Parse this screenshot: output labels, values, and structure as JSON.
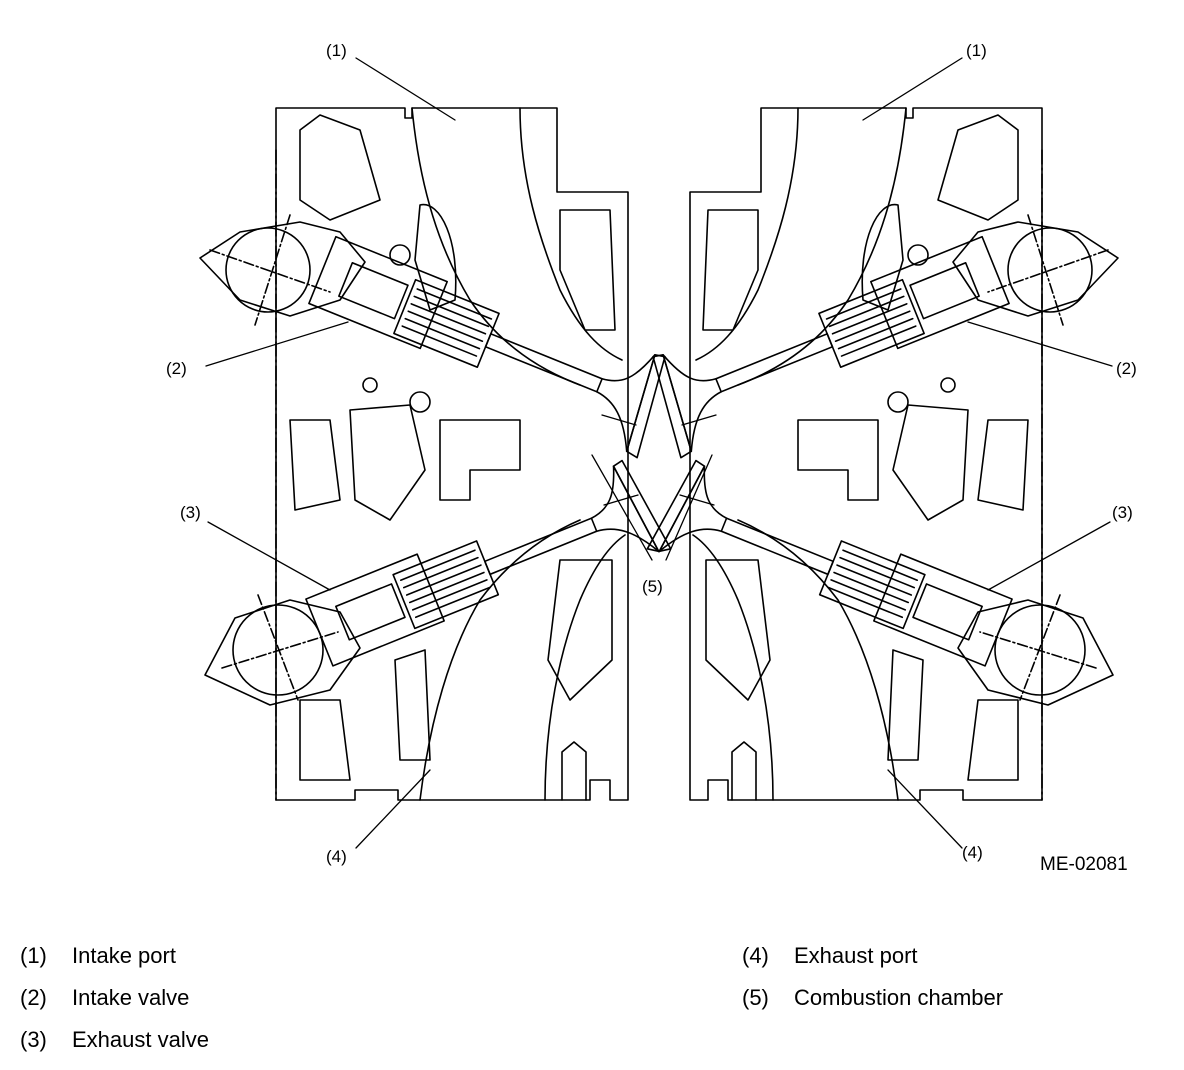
{
  "callouts": {
    "c1": "(1)",
    "c2": "(2)",
    "c3": "(3)",
    "c4": "(4)",
    "c5": "(5)"
  },
  "figure_id": "ME-02081",
  "legend": [
    {
      "num": "(1)",
      "label": "Intake port"
    },
    {
      "num": "(2)",
      "label": "Intake valve"
    },
    {
      "num": "(3)",
      "label": "Exhaust valve"
    },
    {
      "num": "(4)",
      "label": "Exhaust port"
    },
    {
      "num": "(5)",
      "label": "Combustion chamber"
    }
  ]
}
